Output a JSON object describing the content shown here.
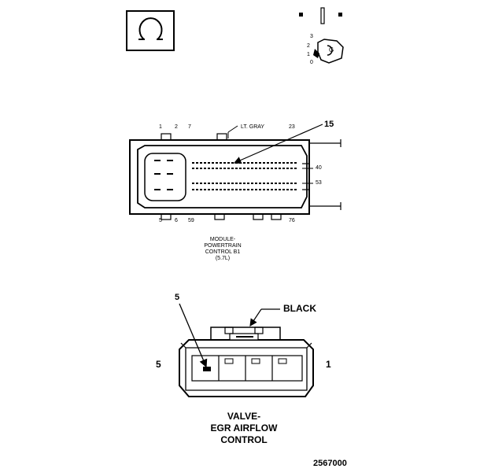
{
  "top_icons": {
    "key_positions": [
      "3",
      "2",
      "1",
      "0"
    ],
    "key_letter": "G"
  },
  "pcm_connector": {
    "top_pins": [
      "1",
      "2",
      "7",
      "23"
    ],
    "bottom_pins": [
      "5",
      "6",
      "59",
      "76"
    ],
    "color_label": "LT. GRAY",
    "pointer_pin": "15",
    "right_pins": [
      "40",
      "53"
    ],
    "caption": [
      "MODULE-",
      "POWERTRAIN",
      "CONTROL B1",
      "(5.7L)"
    ]
  },
  "egr_connector": {
    "pointer_pin": "5",
    "color_label": "BLACK",
    "left_pin": "5",
    "right_pin": "1",
    "caption": [
      "VALVE-",
      "EGR AIRFLOW",
      "CONTROL"
    ]
  },
  "figure_number": "2567000"
}
